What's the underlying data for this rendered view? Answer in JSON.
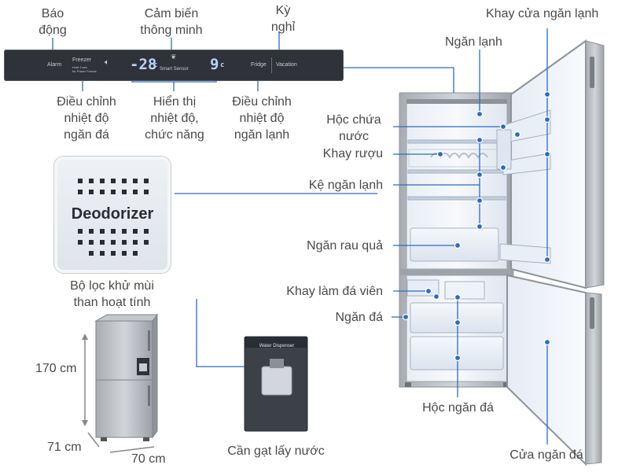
{
  "labels": {
    "alarm": "Báo\nđộng",
    "smart_sensor": "Cảm biến\nthông minh",
    "vacation": "Kỳ\nnghỉ",
    "fridge_door_tray": "Khay cửa ngăn lạnh",
    "fridge_compartment": "Ngăn lạnh",
    "freezer_adjust": "Điều chỉnh\nnhiệt độ\nngăn đá",
    "display": "Hiển thị\nnhiệt độ,\nchức năng",
    "fridge_adjust": "Điều chỉnh\nnhiệt độ\nngăn lạnh",
    "water_tank": "Hộc chứa\nnước",
    "wine_tray": "Khay rượu",
    "fridge_shelf": "Kệ ngăn lạnh",
    "deodorizer_filter": "Bộ lọc khử mùi\nthan hoạt tính",
    "vegetable_drawer": "Ngăn rau quả",
    "ice_tray": "Khay làm đá viên",
    "freezer_compartment": "Ngăn đá",
    "freezer_drawer": "Hộc ngăn đá",
    "water_lever": "Cần gạt lấy nước",
    "freezer_door": "Cửa ngăn đá"
  },
  "dimensions": {
    "height": "170 cm",
    "depth": "71 cm",
    "width": "70 cm"
  },
  "control_panel": {
    "alarm": "Alarm",
    "freezer": "Freezer",
    "freezer_sub": "Hold 3 sec\nfor Power Freeze",
    "freezer_temp": "-28",
    "fridge_temp": "9",
    "unit": "c",
    "smart_sensor": "Smart Sensor",
    "fridge": "Fridge",
    "vacation": "Vacation"
  },
  "deodorizer_text": "Deodorizer",
  "dispenser_text": "Water Dispenser",
  "colors": {
    "accent": "#2b6cc4",
    "label": "#4a4a4a",
    "panel": "#2f3238",
    "fridge_body": "#b8bcc2"
  }
}
